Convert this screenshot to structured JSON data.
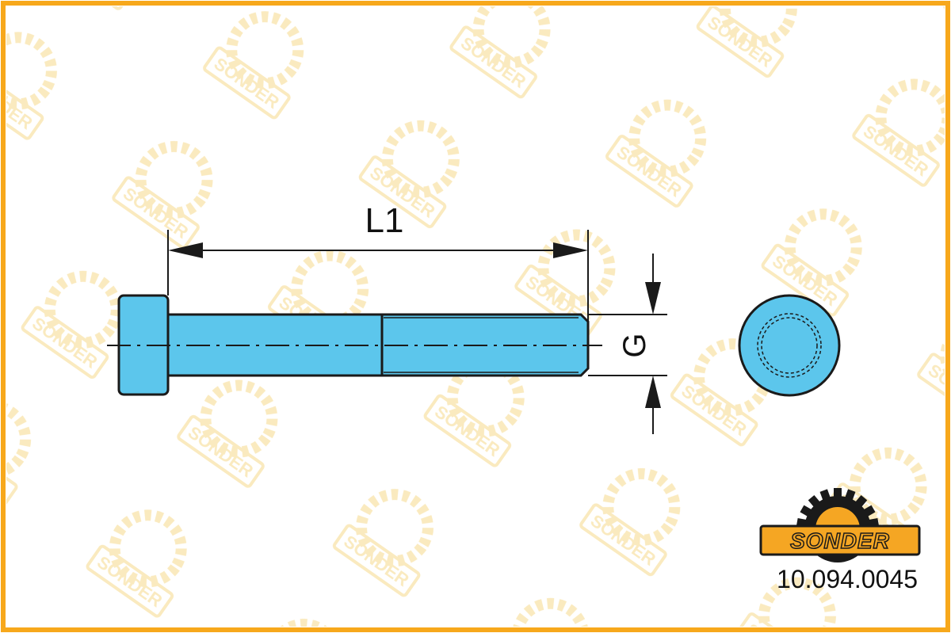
{
  "diagram": {
    "dimension_length_label": "L1",
    "dimension_thread_label": "G"
  },
  "brand": {
    "logo_text": "SONDER",
    "part_number": "10.094.0045"
  },
  "colors": {
    "frame": "#F7A81B",
    "bolt_fill": "#5CC6EC",
    "line": "#1a1a1a",
    "logo_orange": "#F5A623",
    "watermark": "#F3D27A"
  }
}
